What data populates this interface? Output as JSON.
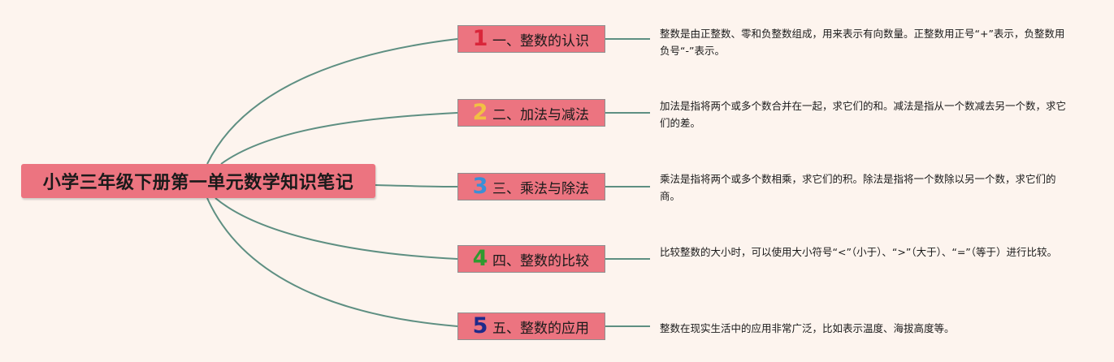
{
  "root": {
    "title": "小学三年级下册第一单元数学知识笔记"
  },
  "colors": {
    "background": "#fdf4ee",
    "node_fill": "#ec7480",
    "connector": "#5e8f82"
  },
  "branches": [
    {
      "number": "1",
      "number_color": "#d9263a",
      "label": "一、整数的认识",
      "description": "整数是由正整数、零和负整数组成，用来表示有向数量。正整数用正号“+”表示，负整数用负号“-”表示。"
    },
    {
      "number": "2",
      "number_color": "#f2c043",
      "label": "二、加法与减法",
      "description": "加法是指将两个或多个数合并在一起，求它们的和。减法是指从一个数减去另一个数，求它们的差。"
    },
    {
      "number": "3",
      "number_color": "#3b8fd6",
      "label": "三、乘法与除法",
      "description": "乘法是指将两个或多个数相乘，求它们的积。除法是指将一个数除以另一个数，求它们的商。"
    },
    {
      "number": "4",
      "number_color": "#2f9a2f",
      "label": "四、整数的比较",
      "description": "比较整数的大小时，可以使用大小符号“<”（小于）、“>”（大于）、“=”（等于）进行比较。"
    },
    {
      "number": "5",
      "number_color": "#1f2a8a",
      "label": "五、整数的应用",
      "description": "整数在现实生活中的应用非常广泛，比如表示温度、海拔高度等。"
    }
  ]
}
